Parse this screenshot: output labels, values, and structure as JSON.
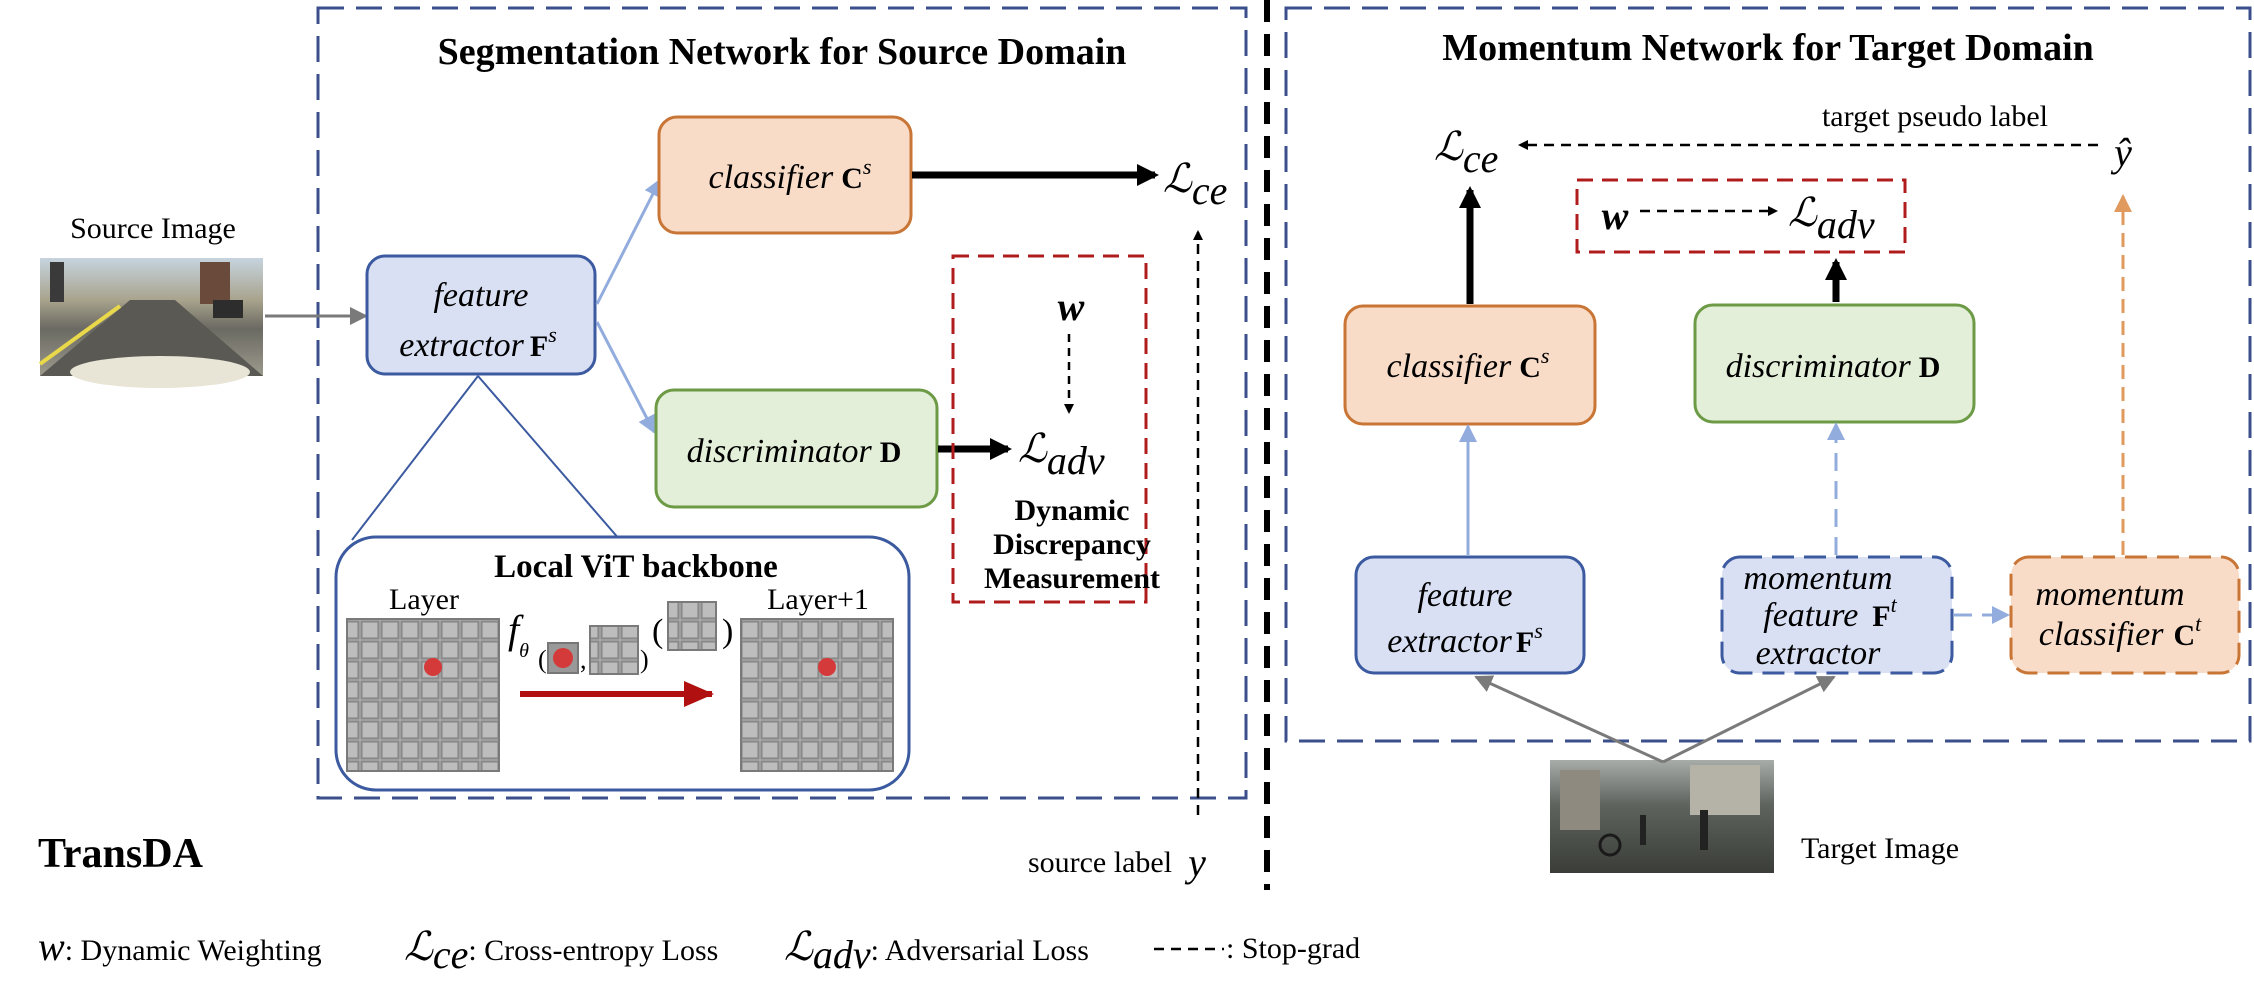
{
  "left_panel": {
    "title": "Segmentation Network for Source Domain",
    "source_image_label": "Source Image",
    "feature_extractor": {
      "line1": "feature",
      "line2": "extractor",
      "symbol": "F",
      "sup": "s"
    },
    "classifier": {
      "text": "classifier",
      "symbol": "C",
      "sup": "s"
    },
    "discriminator": {
      "text": "discriminator",
      "symbol": "D"
    },
    "loss_ce": {
      "script": "ℒ",
      "sub": "ce"
    },
    "loss_adv": {
      "script": "ℒ",
      "sub": "adv"
    },
    "weight": "w",
    "dynamic_box": {
      "line1": "Dynamic",
      "line2": "Discrepancy",
      "line3": "Measurement"
    },
    "vit": {
      "title": "Local ViT backbone",
      "layer": "Layer",
      "layer_next": "Layer+1",
      "func": "f",
      "func_sub": "θ"
    },
    "source_label": "source label",
    "source_label_symbol": "y"
  },
  "right_panel": {
    "title": "Momentum Network for Target Domain",
    "pseudo_label": "target pseudo label",
    "y_hat": "ŷ",
    "loss_ce": {
      "script": "ℒ",
      "sub": "ce"
    },
    "weight": "w",
    "loss_adv": {
      "script": "ℒ",
      "sub": "adv"
    },
    "classifier": {
      "text": "classifier",
      "symbol": "C",
      "sup": "s"
    },
    "discriminator": {
      "text": "discriminator",
      "symbol": "D"
    },
    "feature_extractor": {
      "line1": "feature",
      "line2": "extractor",
      "symbol": "F",
      "sup": "s"
    },
    "momentum_feature_extractor": {
      "line1": "momentum",
      "line2": "feature",
      "line3": "extractor",
      "symbol": "F",
      "sup": "t"
    },
    "momentum_classifier": {
      "line1": "momentum",
      "line2": "classifier",
      "symbol": "C",
      "sup": "t"
    },
    "target_image_label": "Target Image"
  },
  "brand": "TransDA",
  "legend": {
    "w_sym": "w",
    "w_text": ": Dynamic Weighting",
    "ce_sym": "ℒ",
    "ce_sub": "ce",
    "ce_text": ": Cross-entropy Loss",
    "adv_sym": "ℒ",
    "adv_sub": "adv",
    "adv_text": ": Adversarial Loss",
    "stop_text": ":  Stop-grad"
  },
  "colors": {
    "panel_border": "#3a4f8c",
    "classifier_fill": "#f9dcc8",
    "classifier_stroke": "#c87536",
    "discriminator_fill": "#e3efd8",
    "discriminator_stroke": "#6c9a45",
    "feature_fill": "#d9e0f4",
    "feature_stroke": "#3c5aa0",
    "dynamic_stroke": "#b01c1c",
    "arrow_blue": "#92acdd",
    "arrow_orange": "#e09a5e",
    "arrow_red": "#b01010"
  }
}
